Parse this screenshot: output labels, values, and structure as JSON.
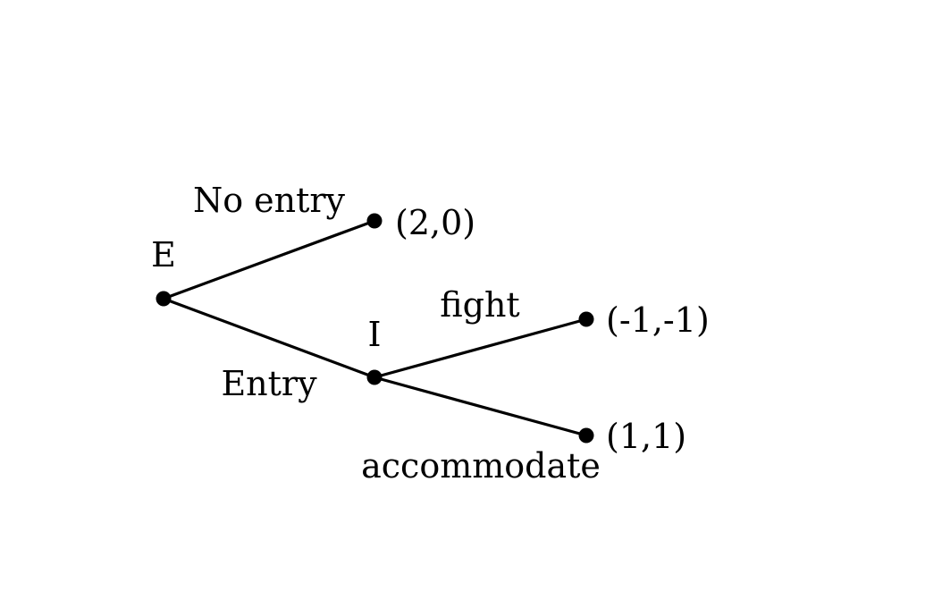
{
  "tree": {
    "players": {
      "root": "E",
      "incumbent": "I"
    },
    "actions": {
      "no_entry": "No entry",
      "entry": "Entry",
      "fight": "fight",
      "accommodate": "accommodate"
    },
    "payoffs": {
      "no_entry": "(2,0)",
      "fight": "(-1,-1)",
      "accommodate": "(1,1)"
    }
  }
}
